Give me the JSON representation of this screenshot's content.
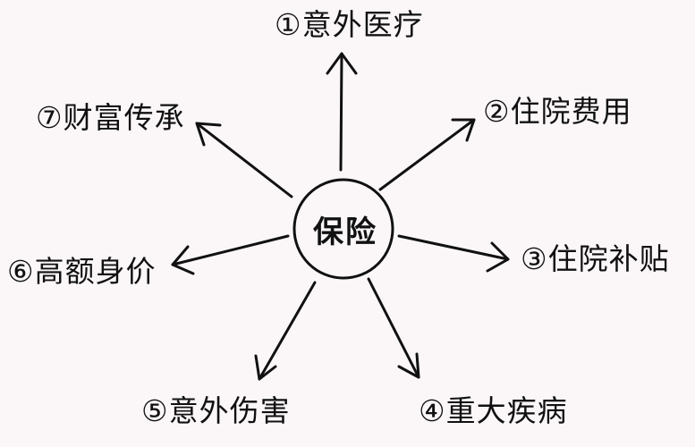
{
  "center": {
    "label": "保险"
  },
  "branches": [
    {
      "label": "①意外医疗"
    },
    {
      "label": "②住院费用"
    },
    {
      "label": "③住院补贴"
    },
    {
      "label": "④重大疾病"
    },
    {
      "label": "⑤意外伤害"
    },
    {
      "label": "⑥高额身价"
    },
    {
      "label": "⑦财富传承"
    }
  ],
  "colors": {
    "stroke": "#111111",
    "background": "#fbf7f9"
  }
}
